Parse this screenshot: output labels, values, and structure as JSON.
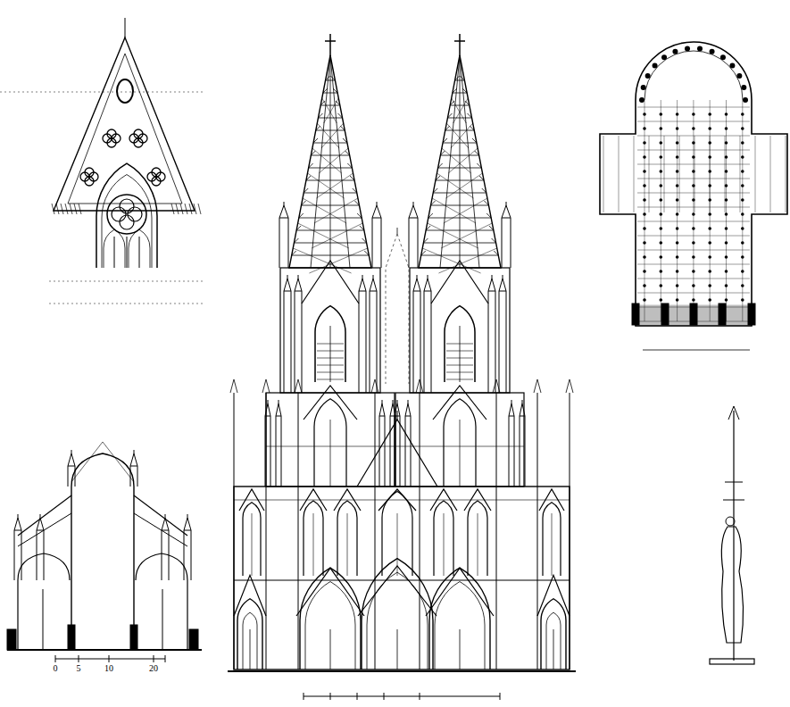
{
  "diagram": {
    "labels": [
      "0",
      "5",
      "10",
      "20"
    ]
  }
}
